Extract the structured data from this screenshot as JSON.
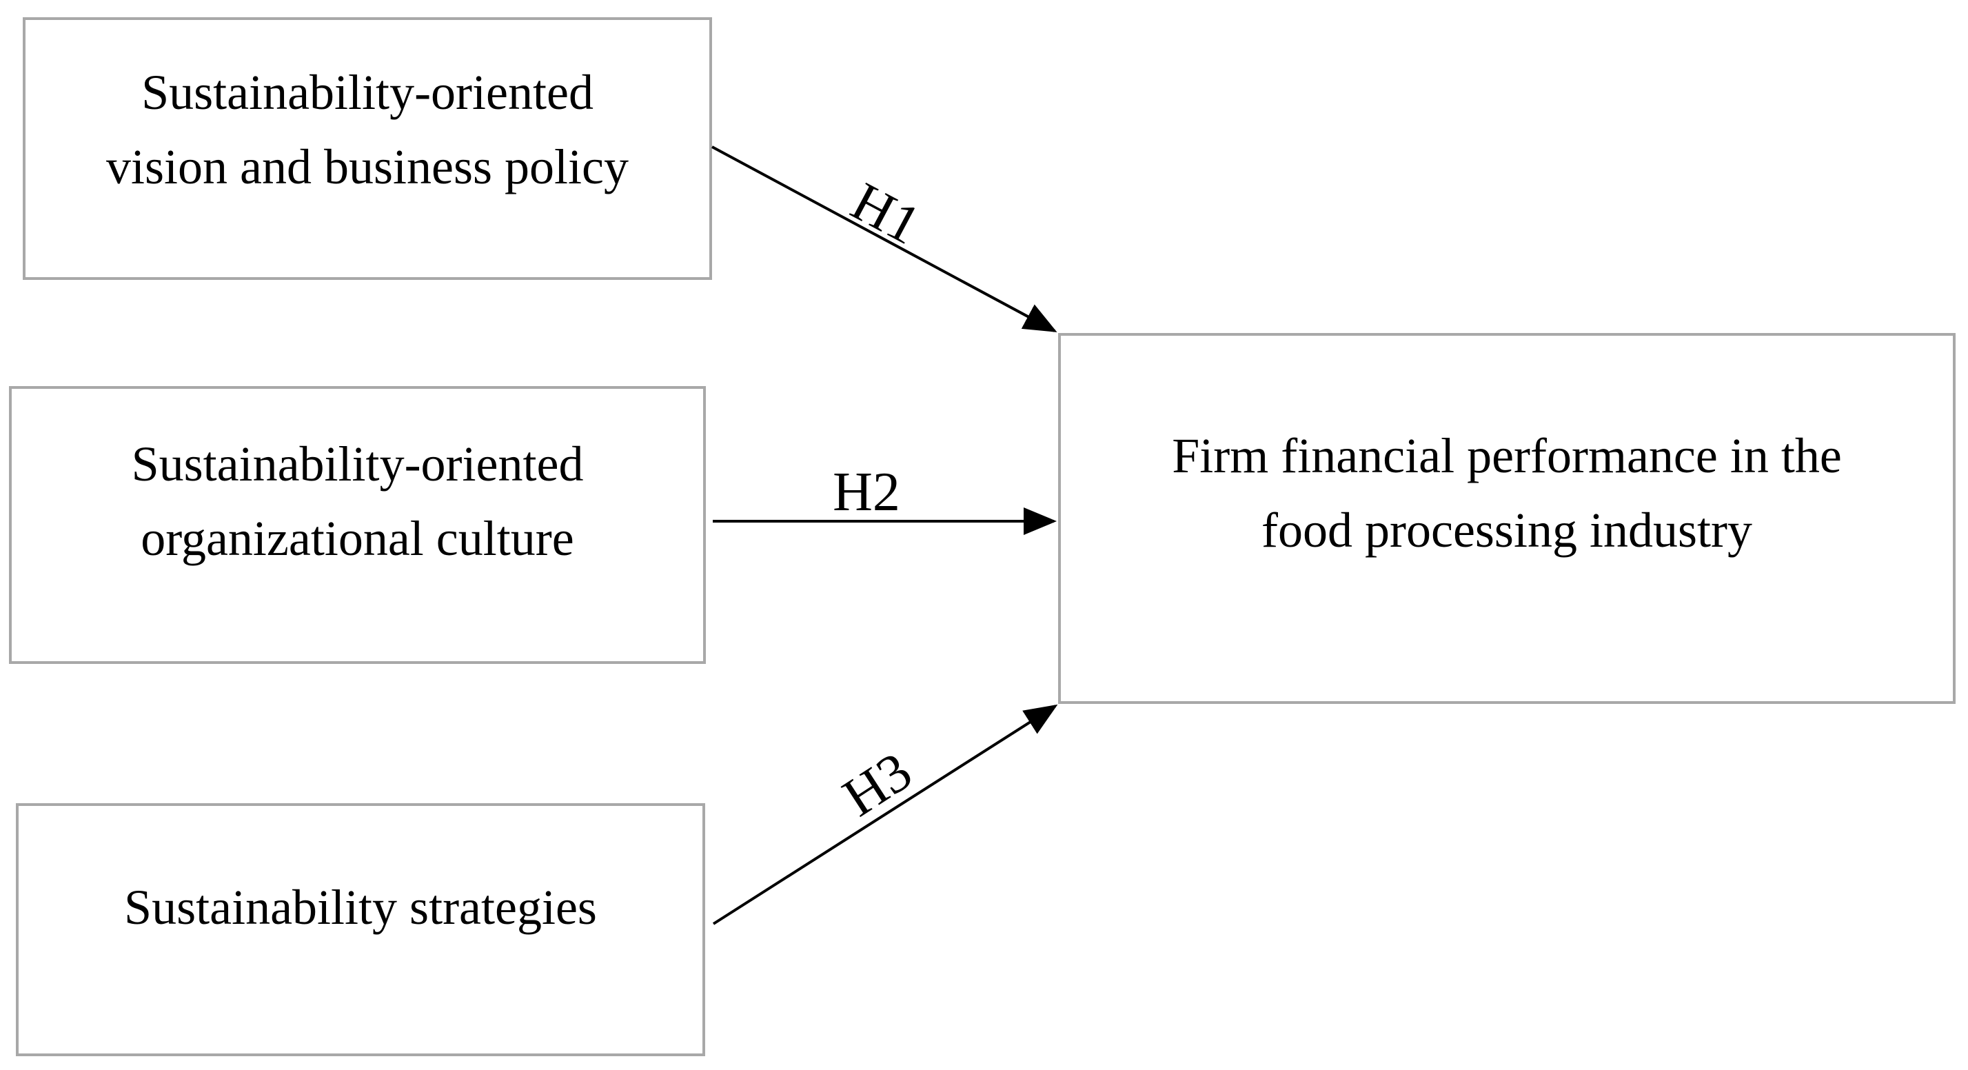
{
  "figure": {
    "type": "conceptual-model-diagram",
    "boxes": {
      "vision": {
        "label": "Sustainability-oriented\nvision and business policy"
      },
      "culture": {
        "label": "Sustainability-oriented\norganizational culture"
      },
      "strategies": {
        "label": "Sustainability strategies"
      },
      "performance": {
        "label": "Firm financial performance in the\nfood processing industry"
      }
    },
    "arrows": {
      "h1": {
        "label": "H1",
        "from": "vision",
        "to": "performance"
      },
      "h2": {
        "label": "H2",
        "from": "culture",
        "to": "performance"
      },
      "h3": {
        "label": "H3",
        "from": "strategies",
        "to": "performance"
      }
    },
    "colors": {
      "background": "#ffffff",
      "box_border": "#a8a8a8",
      "arrow": "#000000",
      "text": "#000000"
    }
  }
}
